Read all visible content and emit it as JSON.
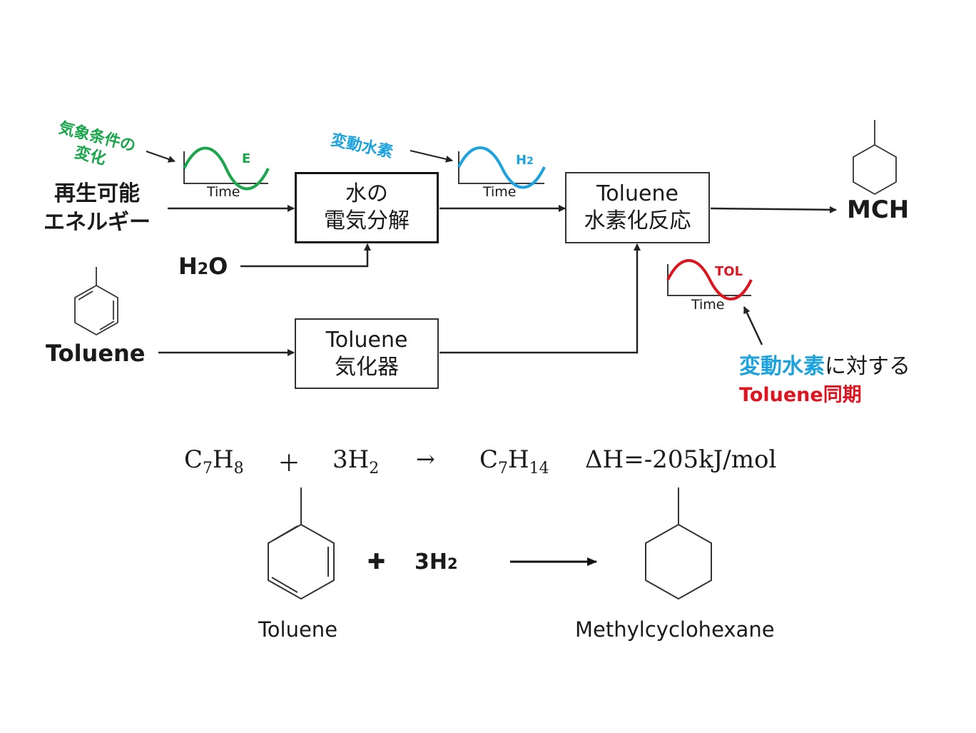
{
  "inputs": {
    "renewable_line1": "再生可能",
    "renewable_line2": "エネルギー",
    "water": "H2O",
    "water_main": "H",
    "water_sub": "2",
    "water_tail": "O",
    "toluene": "Toluene"
  },
  "annotations": {
    "weather_line1": "気象条件の",
    "weather_line2": "変化",
    "fluctuating_h2": "変動水素",
    "sync_line1_colored": "変動水素",
    "sync_line1_rest": "に対する",
    "sync_line2": "Toluene同期"
  },
  "mini_charts": {
    "energy": {
      "label": "E",
      "xlabel": "Time",
      "color": "#1aa64a"
    },
    "hydrogen": {
      "label_main": "H",
      "label_sub": "2",
      "xlabel": "Time",
      "color": "#1ba3df"
    },
    "toluene": {
      "label": "TOL",
      "xlabel": "Time",
      "color": "#e0141e"
    }
  },
  "boxes": {
    "electrolysis_line1": "水の",
    "electrolysis_line2": "電気分解",
    "reactor_line1": "Toluene",
    "reactor_line2": "水素化反応",
    "vaporizer_line1": "Toluene",
    "vaporizer_line2": "気化器"
  },
  "output": {
    "product": "MCH"
  },
  "equation": {
    "reactant1_main": "C",
    "reactant1_sub1": "7",
    "reactant1_mid": "H",
    "reactant1_sub2": "8",
    "plus": "＋",
    "reactant2_main": "3H",
    "reactant2_sub": "2",
    "arrow": "→",
    "product_main": "C",
    "product_sub1": "7",
    "product_mid": "H",
    "product_sub2": "14",
    "enthalpy": "ΔH=-205kJ/mol"
  },
  "structures": {
    "plus_sign": "✚",
    "h2_main": "3H",
    "h2_sub": "2",
    "toluene_label": "Toluene",
    "mch_label": "Methylcyclohexane"
  }
}
